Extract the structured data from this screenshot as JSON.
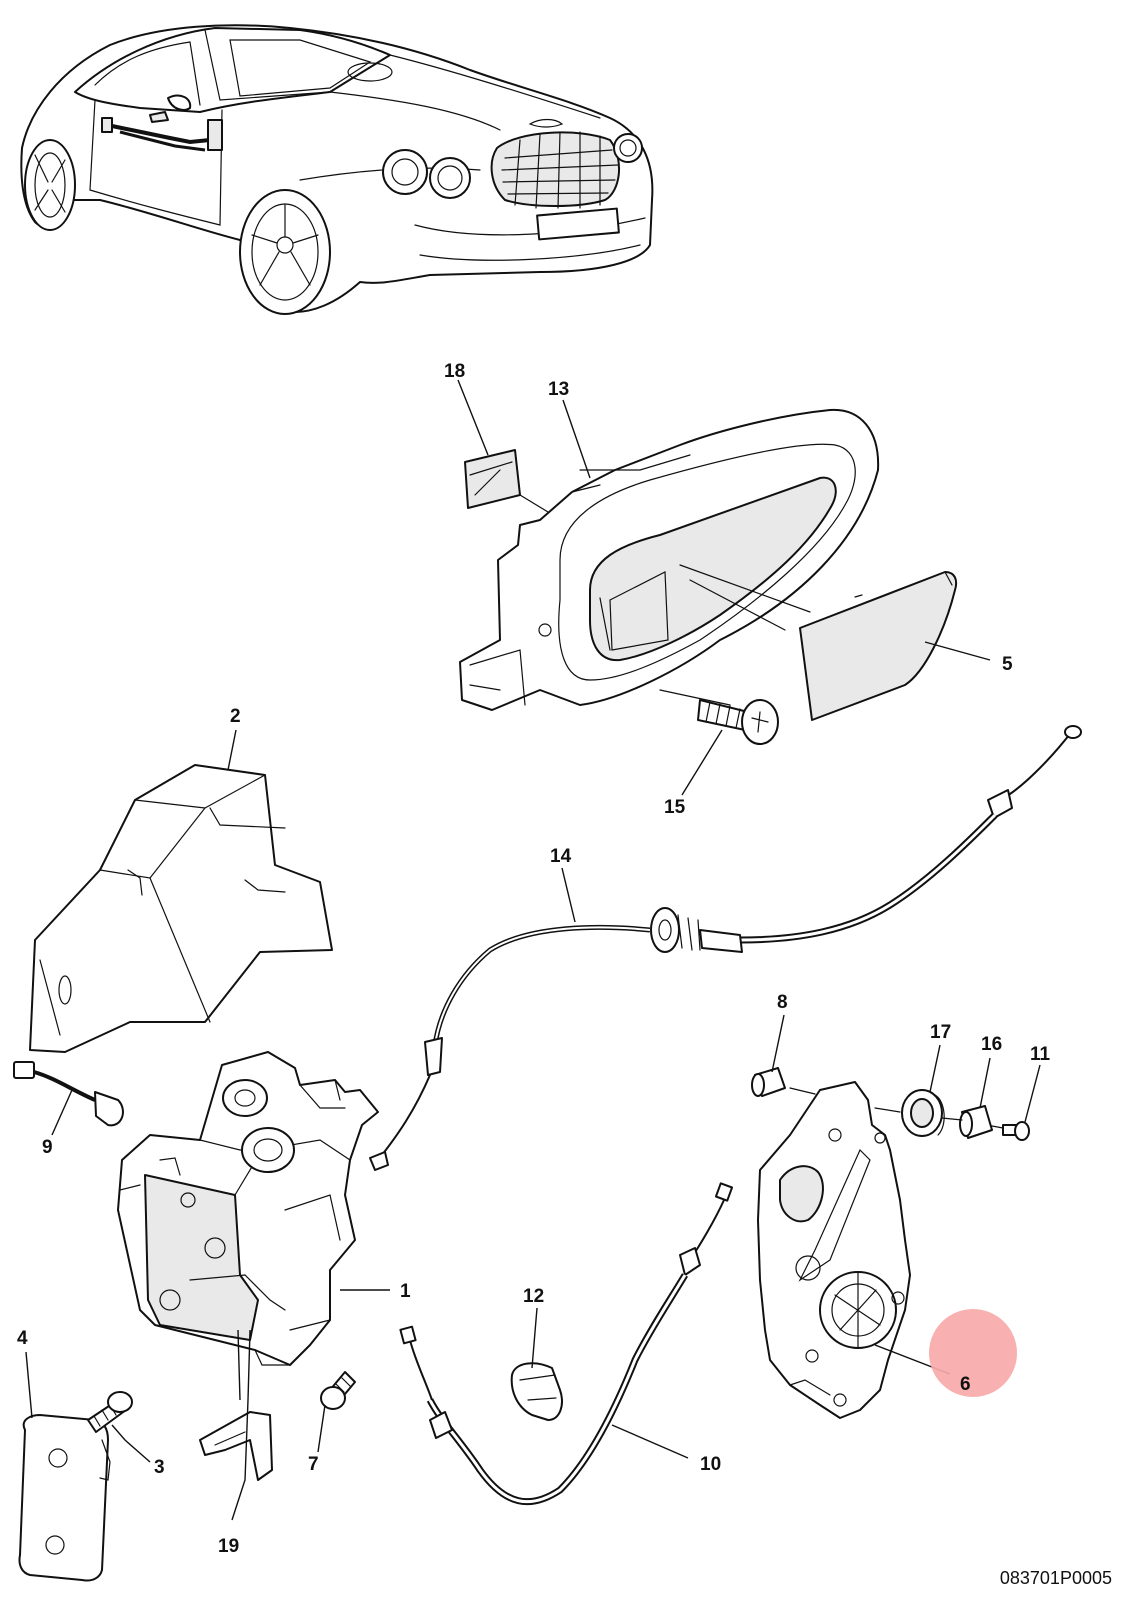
{
  "diagram": {
    "reference_code": "083701P0005",
    "highlight_color": "#f7a9a9",
    "highlighted_callout": "6",
    "callouts": [
      {
        "id": "c1",
        "label": "1"
      },
      {
        "id": "c2",
        "label": "2"
      },
      {
        "id": "c3",
        "label": "3"
      },
      {
        "id": "c4",
        "label": "4"
      },
      {
        "id": "c5",
        "label": "5"
      },
      {
        "id": "c6",
        "label": "6"
      },
      {
        "id": "c7",
        "label": "7"
      },
      {
        "id": "c8",
        "label": "8"
      },
      {
        "id": "c9",
        "label": "9"
      },
      {
        "id": "c10",
        "label": "10"
      },
      {
        "id": "c11",
        "label": "11"
      },
      {
        "id": "c12",
        "label": "12"
      },
      {
        "id": "c13",
        "label": "13"
      },
      {
        "id": "c14",
        "label": "14"
      },
      {
        "id": "c15",
        "label": "15"
      },
      {
        "id": "c16",
        "label": "16"
      },
      {
        "id": "c17",
        "label": "17"
      },
      {
        "id": "c18",
        "label": "18"
      },
      {
        "id": "c19",
        "label": "19"
      }
    ]
  }
}
